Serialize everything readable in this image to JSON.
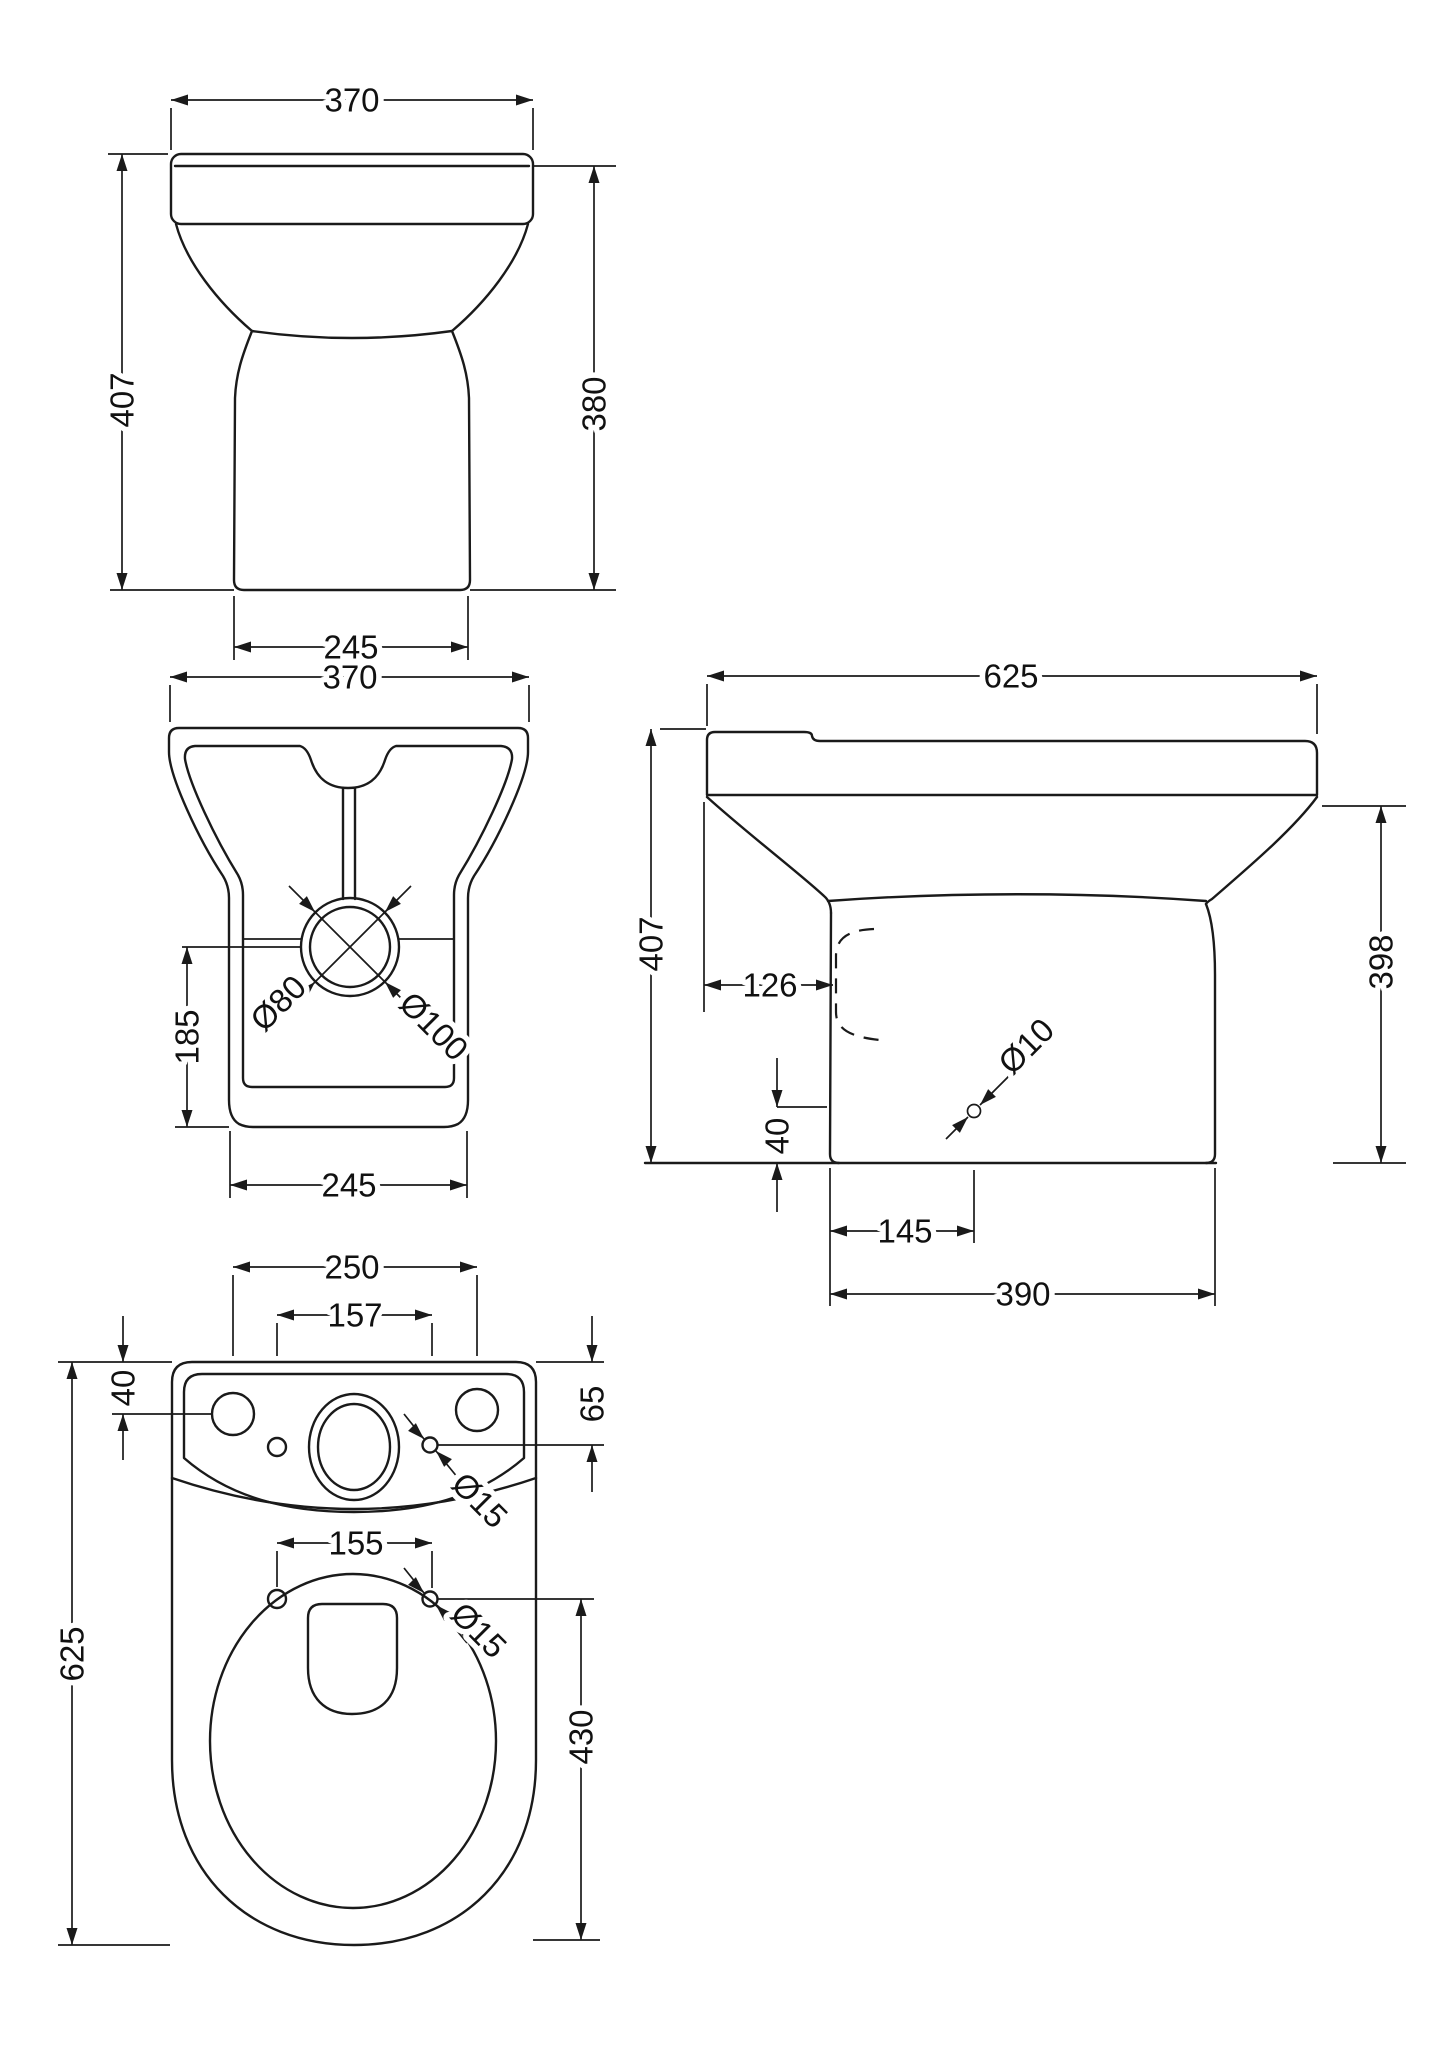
{
  "meta": {
    "drawing_type": "toilet-pan-dimension-drawing",
    "line_color": "#1a1a1a",
    "background": "#ffffff"
  },
  "views": {
    "front": {
      "width": "370",
      "height_left": "407",
      "height_right": "380",
      "base_width": "245"
    },
    "back": {
      "width": "370",
      "outlet_height": "185",
      "outlet_inner_dia": "Ø80",
      "outlet_outer_dia": "Ø100",
      "base_width": "245"
    },
    "side": {
      "depth": "625",
      "height_left": "407",
      "height_right": "398",
      "trap_offset": "126",
      "fixing_hole_height": "40",
      "fixing_hole_dia": "Ø10",
      "hole_from_front": "145",
      "base_depth": "390"
    },
    "plan": {
      "tank_holes_span": "250",
      "inlet_span": "157",
      "hole_edge_offset": "40",
      "hole_edge_offset_right": "65",
      "fixing_hole_dia_top": "Ø15",
      "seat_holes_span": "155",
      "fixing_hole_dia_seat": "Ø15",
      "total_depth": "625",
      "bowl_length": "430"
    }
  }
}
